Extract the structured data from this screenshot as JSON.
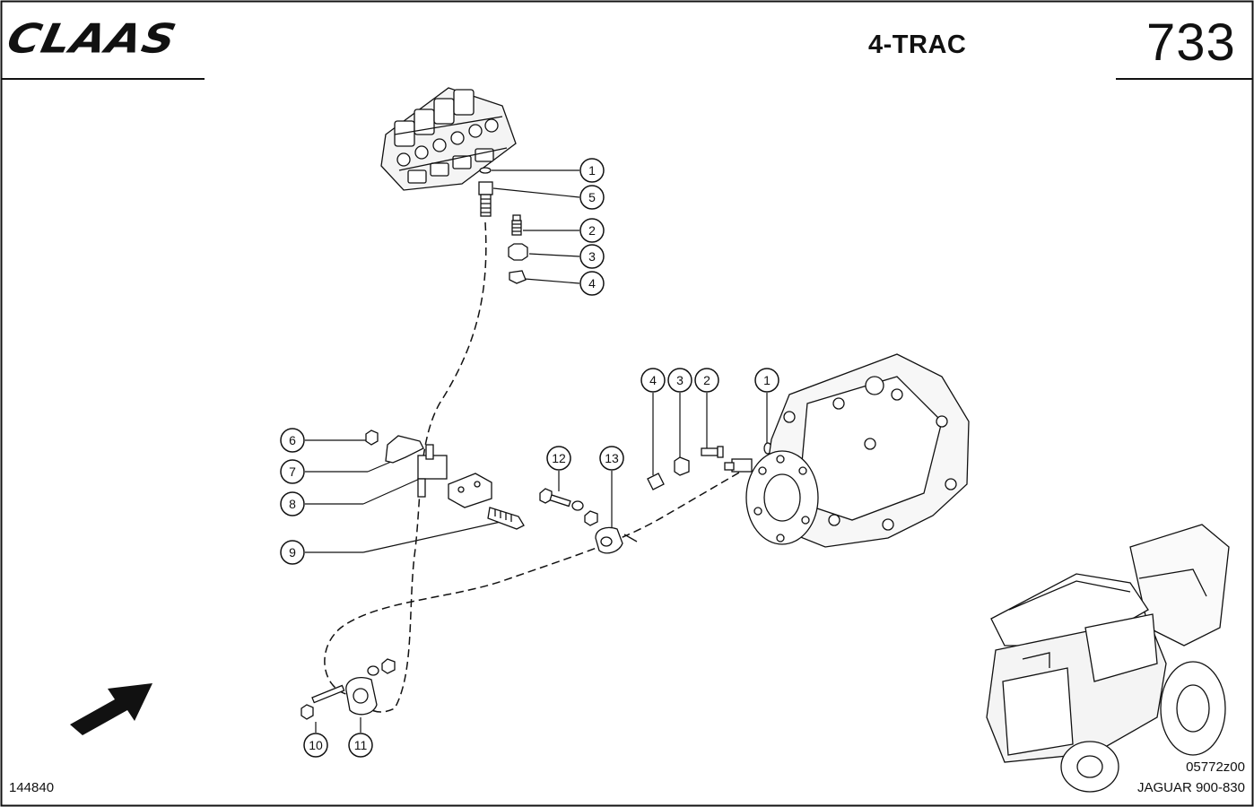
{
  "header": {
    "brand": "CLAAS",
    "title": "4-TRAC",
    "page_number": "733"
  },
  "footer": {
    "document_id": "144840",
    "image_code": "05772z00",
    "model": "JAGUAR 900-830"
  },
  "callouts": {
    "c1_top": "1",
    "c5": "5",
    "c2_top": "2",
    "c3_top": "3",
    "c4_top": "4",
    "c4_mid": "4",
    "c3_mid": "3",
    "c2_mid": "2",
    "c1_mid": "1",
    "c6": "6",
    "c7": "7",
    "c8": "8",
    "c9": "9",
    "c12": "12",
    "c13": "13",
    "c10": "10",
    "c11": "11"
  },
  "icons": {
    "direction": "arrow-icon",
    "machine": "forage-harvester-icon"
  }
}
